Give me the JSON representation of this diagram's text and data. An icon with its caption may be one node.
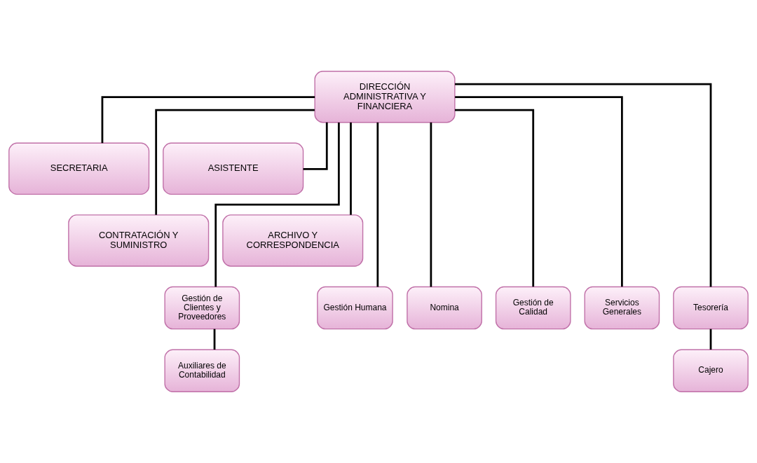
{
  "diagram": {
    "nodes": [
      {
        "text": [
          "DIRECCIÓN ADMINISTRATIVA Y FINANCIERA"
        ]
      },
      {
        "text": [
          "SECRETARIA"
        ]
      },
      {
        "text": [
          "ASISTENTE"
        ]
      },
      {
        "text": [
          "CONTRATACIÓN Y SUMINISTRO"
        ]
      },
      {
        "text": [
          "ARCHIVO Y CORRESPONDENCIA"
        ]
      },
      {
        "text": [
          "Gestión de Clientes y Proveedores"
        ]
      },
      {
        "text": [
          "Gestión Humana"
        ]
      },
      {
        "text": [
          "Nomina"
        ]
      },
      {
        "text": [
          "Gestión de Calidad"
        ]
      },
      {
        "text": [
          "Servicios Generales"
        ]
      },
      {
        "text": [
          "Tesorería"
        ]
      },
      {
        "text": [
          "Auxiliares de Contabilidad"
        ]
      },
      {
        "text": [
          "Cajero"
        ]
      }
    ],
    "edges": [
      {
        "from": 0,
        "to": 1,
        "arrow": "none"
      },
      {
        "from": 0,
        "to": 2,
        "arrow": "none"
      },
      {
        "from": 0,
        "to": 3,
        "arrow": "none"
      },
      {
        "from": 0,
        "to": 4,
        "arrow": "none"
      },
      {
        "from": 0,
        "to": 5,
        "arrow": "none"
      },
      {
        "from": 0,
        "to": 6,
        "arrow": "none"
      },
      {
        "from": 0,
        "to": 7,
        "arrow": "none"
      },
      {
        "from": 0,
        "to": 8,
        "arrow": "none"
      },
      {
        "from": 0,
        "to": 9,
        "arrow": "none"
      },
      {
        "from": 0,
        "to": 10,
        "arrow": "none"
      },
      {
        "from": 5,
        "to": 11,
        "arrow": "none"
      },
      {
        "from": 10,
        "to": 12,
        "arrow": "none"
      }
    ]
  }
}
